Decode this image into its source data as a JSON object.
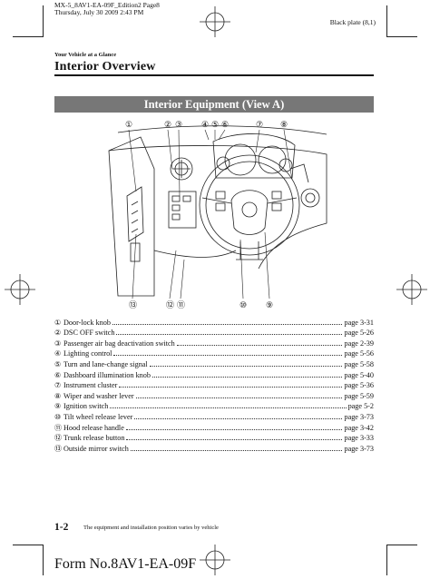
{
  "print_header": {
    "line1": "MX-5_8AV1-EA-09F_Edition2 Page8",
    "line2": "Thursday, July 30 2009 2:43 PM",
    "plate": "Black plate (8,1)"
  },
  "section_label": "Your Vehicle at a Glance",
  "page_title": "Interior Overview",
  "banner_title": "Interior Equipment (View A)",
  "diagram": {
    "top_callouts": [
      "①",
      "②",
      "③",
      "④",
      "⑤",
      "⑥",
      "⑦",
      "⑧"
    ],
    "bottom_callouts": [
      "⑬",
      "⑫",
      "⑪",
      "⑩",
      "⑨"
    ]
  },
  "items": [
    {
      "num": "①",
      "label": "Door-lock knob",
      "page": "page 3-31"
    },
    {
      "num": "②",
      "label": "DSC OFF switch",
      "page": "page 5-26"
    },
    {
      "num": "③",
      "label": "Passenger air bag deactivation switch",
      "page": "page 2-39"
    },
    {
      "num": "④",
      "label": "Lighting control",
      "page": "page 5-56"
    },
    {
      "num": "⑤",
      "label": "Turn and lane-change signal",
      "page": "page 5-58"
    },
    {
      "num": "⑥",
      "label": "Dashboard illumination knob",
      "page": "page 5-40"
    },
    {
      "num": "⑦",
      "label": "Instrument cluster",
      "page": "page 5-36"
    },
    {
      "num": "⑧",
      "label": "Wiper and washer lever",
      "page": "page 5-59"
    },
    {
      "num": "⑨",
      "label": "Ignition switch",
      "page": "page 5-2"
    },
    {
      "num": "⑩",
      "label": "Tilt wheel release lever",
      "page": "page 3-73"
    },
    {
      "num": "⑪",
      "label": "Hood release handle",
      "page": "page 3-42"
    },
    {
      "num": "⑫",
      "label": "Trunk release button",
      "page": "page 3-33"
    },
    {
      "num": "⑬",
      "label": "Outside mirror switch",
      "page": "page 3-73"
    }
  ],
  "footer": {
    "page_number": "1-2",
    "note": "The equipment and installation position varies by vehicle",
    "form_number": "Form No.8AV1-EA-09F"
  }
}
